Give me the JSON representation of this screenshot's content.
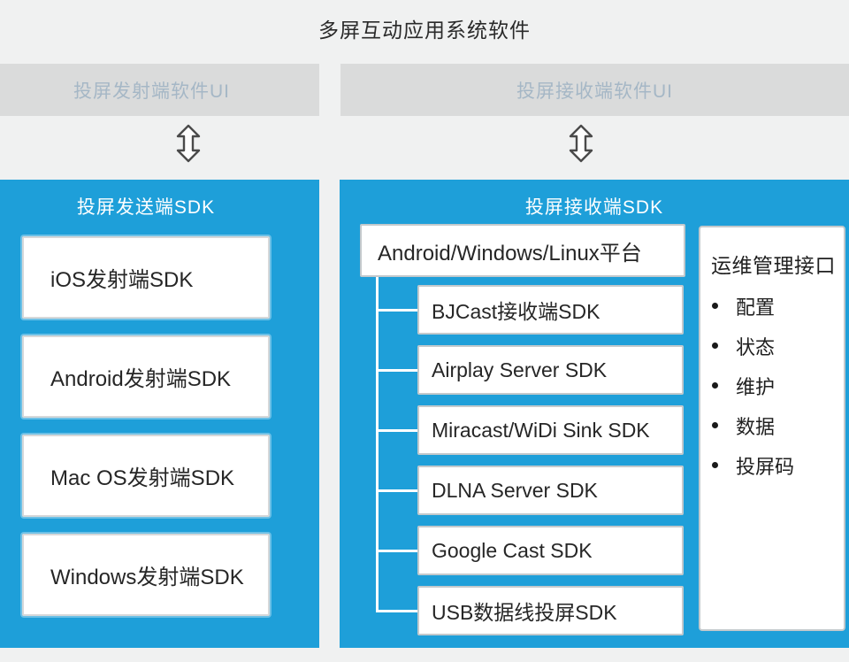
{
  "title": "多屏互动应用系统软件",
  "colors": {
    "accent_blue": "#1e9fd9",
    "background": "#f0f1f1",
    "ui_bar_bg": "#dadbdb",
    "ui_bar_text": "#a5b7c6",
    "box_text": "#262626"
  },
  "ui_bars": {
    "sender_label": "投屏发射端软件UI",
    "receiver_label": "投屏接收端软件UI"
  },
  "sender_panel": {
    "title": "投屏发送端SDK",
    "boxes": [
      "iOS发射端SDK",
      "Android发射端SDK",
      "Mac OS发射端SDK",
      "Windows发射端SDK"
    ]
  },
  "receiver_panel": {
    "title": "投屏接收端SDK",
    "platform_box": "Android/Windows/Linux平台",
    "sdk_boxes": [
      "BJCast接收端SDK",
      "Airplay Server SDK",
      "Miracast/WiDi Sink SDK",
      "DLNA Server SDK",
      "Google Cast SDK",
      "USB数据线投屏SDK"
    ],
    "ops_panel": {
      "title": "运维管理接口",
      "items": [
        "配置",
        "状态",
        "维护",
        "数据",
        "投屏码"
      ]
    }
  }
}
